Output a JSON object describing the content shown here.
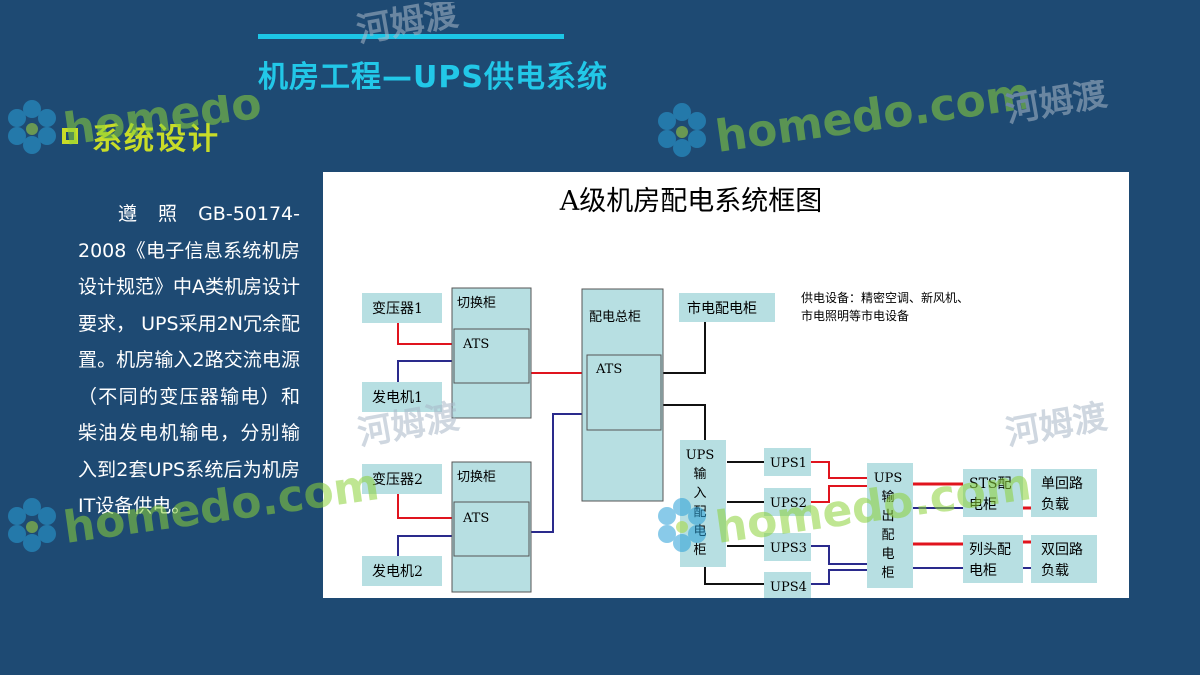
{
  "slide": {
    "title": "机房工程—UPS供电系统",
    "section_label": "系统设计",
    "body_text": "遵照GB-50174-2008《电子信息系统机房设计规范》中A类机房设计要求， UPS采用2N冗余配置。机房输入2路交流电源（不同的变压器输电）和柴油发电机输电，分别输入到2套UPS系统后为机房IT设备供电。"
  },
  "diagram": {
    "title": "A级机房配电系统框图",
    "transformer1": "变压器1",
    "generator1": "发电机1",
    "transformer2": "变压器2",
    "generator2": "发电机2",
    "switch_cabinet_a": "切换柜",
    "switch_cabinet_b": "切换柜",
    "ats_a": "ATS",
    "ats_b": "ATS",
    "ats_main": "ATS",
    "main_cabinet": "配电总柜",
    "city_cabinet": "市电配电柜",
    "note_line1": "供电设备：精密空调、新风机、",
    "note_line2": "市电照明等市电设备",
    "ups_input_chars": [
      "UPS",
      "输",
      "入",
      "配",
      "电",
      "柜"
    ],
    "ups_output_chars": [
      "UPS",
      "输",
      "出",
      "配",
      "电",
      "柜"
    ],
    "ups1": "UPS1",
    "ups2": "UPS2",
    "ups3": "UPS3",
    "ups4": "UPS4",
    "sts_line1": "STS配",
    "sts_line2": "电柜",
    "single_line1": "单回路",
    "single_line2": "负载",
    "head_line1": "列头配",
    "head_line2": "电柜",
    "dual_line1": "双回路",
    "dual_line2": "负载"
  },
  "watermark": {
    "brand_text": "homedo.com",
    "cn_text": "河姆渡"
  },
  "colors": {
    "background": "#1e4a73",
    "title": "#22c8e8",
    "section": "#c8dc28",
    "box_fill": "#b7dfe2",
    "line_red": "#e0141e",
    "line_blue": "#2a2a8c",
    "line_black": "#111111"
  }
}
